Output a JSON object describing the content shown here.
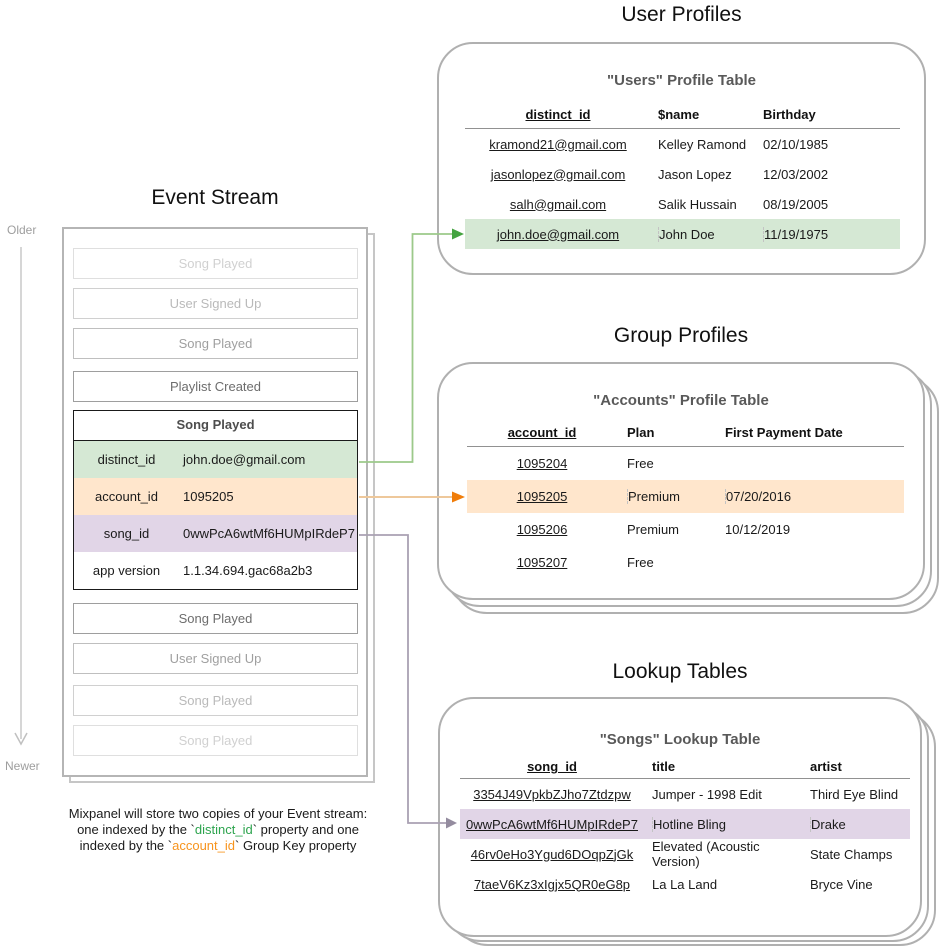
{
  "event_stream": {
    "title": "Event Stream",
    "older_label": "Older",
    "newer_label": "Newer",
    "events_before": [
      "Song Played",
      "User Signed Up",
      "Song Played",
      "Playlist Created"
    ],
    "expanded": {
      "title": "Song Played",
      "rows": [
        {
          "key": "distinct_id",
          "value": "john.doe@gmail.com",
          "highlight": "green"
        },
        {
          "key": "account_id",
          "value": "1095205",
          "highlight": "orange"
        },
        {
          "key": "song_id",
          "value": "0wwPcA6wtMf6HUMpIRdeP7",
          "highlight": "purple"
        },
        {
          "key": "app version",
          "value": "1.1.34.694.gac68a2b3",
          "highlight": "none"
        }
      ]
    },
    "events_after": [
      "Song Played",
      "User Signed Up",
      "Song Played",
      "Song Played"
    ],
    "caption": {
      "line1": "Mixpanel will store two copies of your Event stream:",
      "line2_pre": "one indexed by the `",
      "line2_token": "distinct_id",
      "line2_post": "` property and one",
      "line3_pre": "indexed by the `",
      "line3_token": "account_id",
      "line3_post": "` Group Key property"
    }
  },
  "user_profiles": {
    "section_title": "User Profiles",
    "table_title": "\"Users\" Profile Table",
    "columns": [
      "distinct_id",
      "$name",
      "Birthday"
    ],
    "rows": [
      {
        "id": "kramond21@gmail.com",
        "name": "Kelley Ramond",
        "birthday": "02/10/1985"
      },
      {
        "id": "jasonlopez@gmail.com",
        "name": "Jason Lopez",
        "birthday": "12/03/2002"
      },
      {
        "id": "salh@gmail.com",
        "name": "Salik Hussain",
        "birthday": "08/19/2005"
      },
      {
        "id": "john.doe@gmail.com",
        "name": "John Doe",
        "birthday": "11/19/1975"
      }
    ],
    "highlighted_row_id": "john.doe@gmail.com"
  },
  "group_profiles": {
    "section_title": "Group Profiles",
    "table_title": "\"Accounts\" Profile Table",
    "columns": [
      "account_id",
      "Plan",
      "First Payment Date"
    ],
    "rows": [
      {
        "id": "1095204",
        "plan": "Free",
        "date": ""
      },
      {
        "id": "1095205",
        "plan": "Premium",
        "date": "07/20/2016"
      },
      {
        "id": "1095206",
        "plan": "Premium",
        "date": "10/12/2019"
      },
      {
        "id": "1095207",
        "plan": "Free",
        "date": ""
      }
    ],
    "highlighted_row_id": "1095205"
  },
  "lookup_tables": {
    "section_title": "Lookup Tables",
    "table_title": "\"Songs\" Lookup Table",
    "columns": [
      "song_id",
      "title",
      "artist"
    ],
    "rows": [
      {
        "id": "3354J49VpkbZJho7Ztdzpw",
        "title": "Jumper - 1998 Edit",
        "artist": "Third Eye Blind"
      },
      {
        "id": "0wwPcA6wtMf6HUMpIRdeP7",
        "title": "Hotline Bling",
        "artist": "Drake"
      },
      {
        "id": "46rv0eHo3Ygud6DOqpZjGk",
        "title": "Elevated (Acoustic Version)",
        "artist": "State Champs"
      },
      {
        "id": "7taeV6Kz3xIgjx5QR0eG8p",
        "title": "La La Land",
        "artist": "Bryce Vine"
      }
    ],
    "highlighted_row_id": "0wwPcA6wtMf6HUMpIRdeP7"
  },
  "colors": {
    "green_fill": "#d5e8d4",
    "orange_fill": "#ffe6cc",
    "purple_fill": "#e1d5e7",
    "green_line": "#9cc98a",
    "green_arrow": "#44a340",
    "orange_line": "#eec89b",
    "orange_arrow": "#f07d0a",
    "purple_line": "#a9a1b2",
    "purple_arrow": "#948c9f",
    "caption_green": "#2da44e",
    "caption_orange": "#f7941e"
  }
}
